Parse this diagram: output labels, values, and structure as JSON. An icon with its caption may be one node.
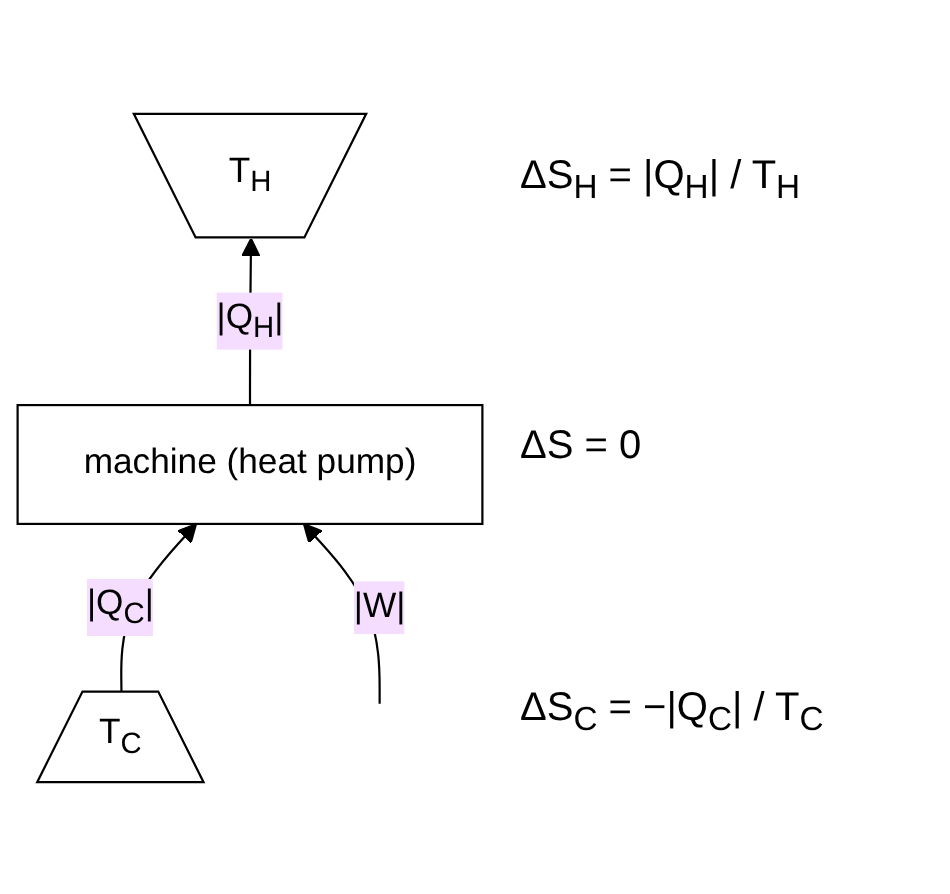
{
  "diagram": {
    "nodes": [
      {
        "text": [
          "T$_{H}$"
        ]
      },
      {
        "text": [
          "machine (heat pump)"
        ]
      },
      {
        "text": [
          "T$_{C}$"
        ]
      }
    ],
    "edges": [
      {
        "from": 1,
        "to": 0,
        "arrow": "to",
        "label": "|Q$_{H}$|"
      },
      {
        "from": 2,
        "to": 1,
        "arrow": "to",
        "label": "|Q$_{C}$|"
      },
      {
        "from": null,
        "to": 1,
        "arrow": "to",
        "label": "|W|"
      }
    ],
    "labels": [
      "ΔS$_{H}$ = |Q$_{H}$| / T$_{H}$",
      "ΔS = 0",
      "ΔS$_{C}$ = −|Q$_{C}$| / T$_{C}$"
    ]
  }
}
